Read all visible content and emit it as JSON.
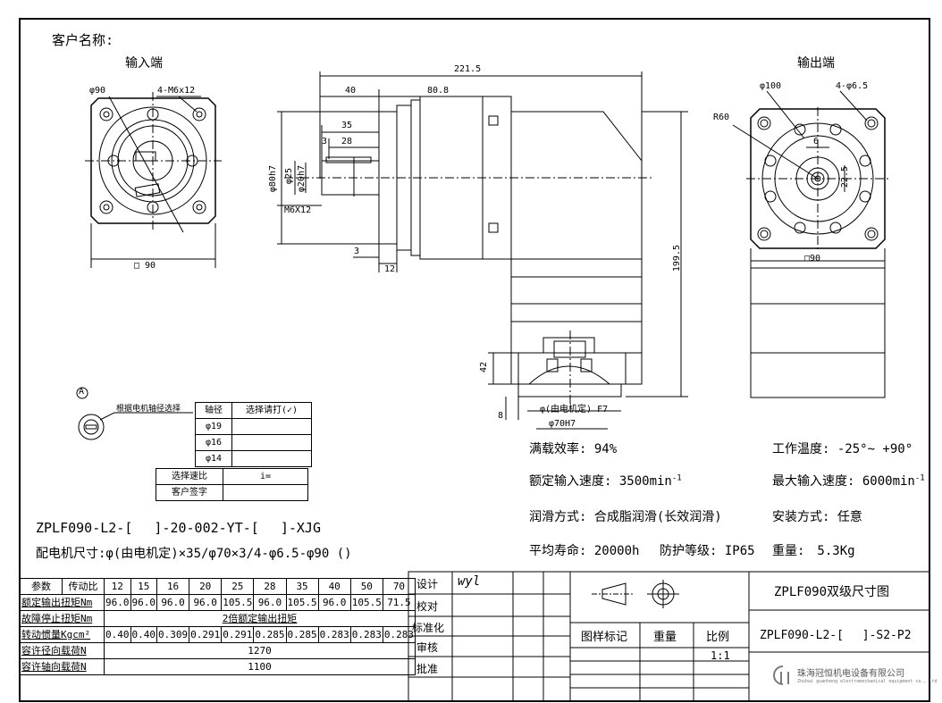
{
  "header": {
    "customer_label": "客户名称:",
    "input_end": "输入端",
    "output_end": "输出端"
  },
  "input_view": {
    "dia": "φ90",
    "holes": "4-M6x12",
    "square": "□ 90"
  },
  "side_view": {
    "d221": "221.5",
    "d40": "40",
    "d80": "80.8",
    "d35": "35",
    "d28": "28",
    "d3a": "3",
    "d80h7": "φ80h7",
    "d25": "φ25",
    "d20h7": "φ20h7",
    "m6": "M6X12",
    "d3b": "3",
    "d12": "12",
    "d199": "199.5",
    "d42": "42",
    "d8": "8",
    "motor_shaft": "φ(由电机定) F7",
    "d70h7": "φ70H7"
  },
  "output_view": {
    "dia": "φ100",
    "holes": "4-φ6.5",
    "r60": "R60",
    "d6": "6",
    "d225": "22.5",
    "square": "□90"
  },
  "shaft_select": {
    "circle_label": "A",
    "title": "根据电机轴径选择",
    "col1": "轴径",
    "col2": "选择请打(✓)",
    "rows": [
      "φ19",
      "φ16",
      "φ14"
    ],
    "ratio_label": "选择速比",
    "ratio_value": "i=",
    "sign_label": "客户签字"
  },
  "model": {
    "line1": "ZPLF090-L2-[　 ]-20-002-YT-[　 ]-XJG",
    "line2": "配电机尺寸:φ(由电机定)×35/φ70×3/4-φ6.5-φ90 ()"
  },
  "specs": {
    "efficiency": "满载效率: 94%",
    "rated_speed": "额定输入速度: 3500min",
    "lube": "润滑方式: 合成脂润滑(长效润滑)",
    "life": "平均寿命: 20000h",
    "protection": "防护等级: IP65",
    "temp": "工作温度: -25°~ +90°",
    "max_speed": "最大输入速度: 6000min",
    "mount": "安装方式: 任意",
    "weight": "重量:　5.3Kg",
    "sup": "-1"
  },
  "param_table": {
    "header": [
      "参数",
      "传动比",
      "12",
      "15",
      "16",
      "20",
      "25",
      "28",
      "35",
      "40",
      "50",
      "70"
    ],
    "torque_label": "额定输出扭矩Nm",
    "torque": [
      "96.0",
      "96.0",
      "96.0",
      "96.0",
      "105.5",
      "96.0",
      "105.5",
      "96.0",
      "105.5",
      "71.5"
    ],
    "estop_label": "故障停止扭矩Nm",
    "estop": "2倍额定输出扭矩",
    "inertia_label": "转动惯量Kgcm²",
    "inertia": [
      "0.40",
      "0.40",
      "0.309",
      "0.291",
      "0.291",
      "0.285",
      "0.285",
      "0.283",
      "0.283",
      "0.283"
    ],
    "radial_label": "容许径向载荷N",
    "radial": "1270",
    "axial_label": "容许轴向载荷N",
    "axial": "1100"
  },
  "title_block": {
    "design": "设计",
    "designer": "wyl",
    "check": "校对",
    "standard": "标准化",
    "review": "审核",
    "approve": "批准",
    "sample_mark": "图样标记",
    "weight": "重量",
    "scale": "比例",
    "scale_value": "1:1",
    "drawing_title": "ZPLF090双级尺寸图",
    "drawing_no": "ZPLF090-L2-[　 ]-S2-P2",
    "company": "珠海冠恒机电设备有限公司",
    "company_en": "Zhuhai guanheng electromechanical equipment co., ltd"
  }
}
